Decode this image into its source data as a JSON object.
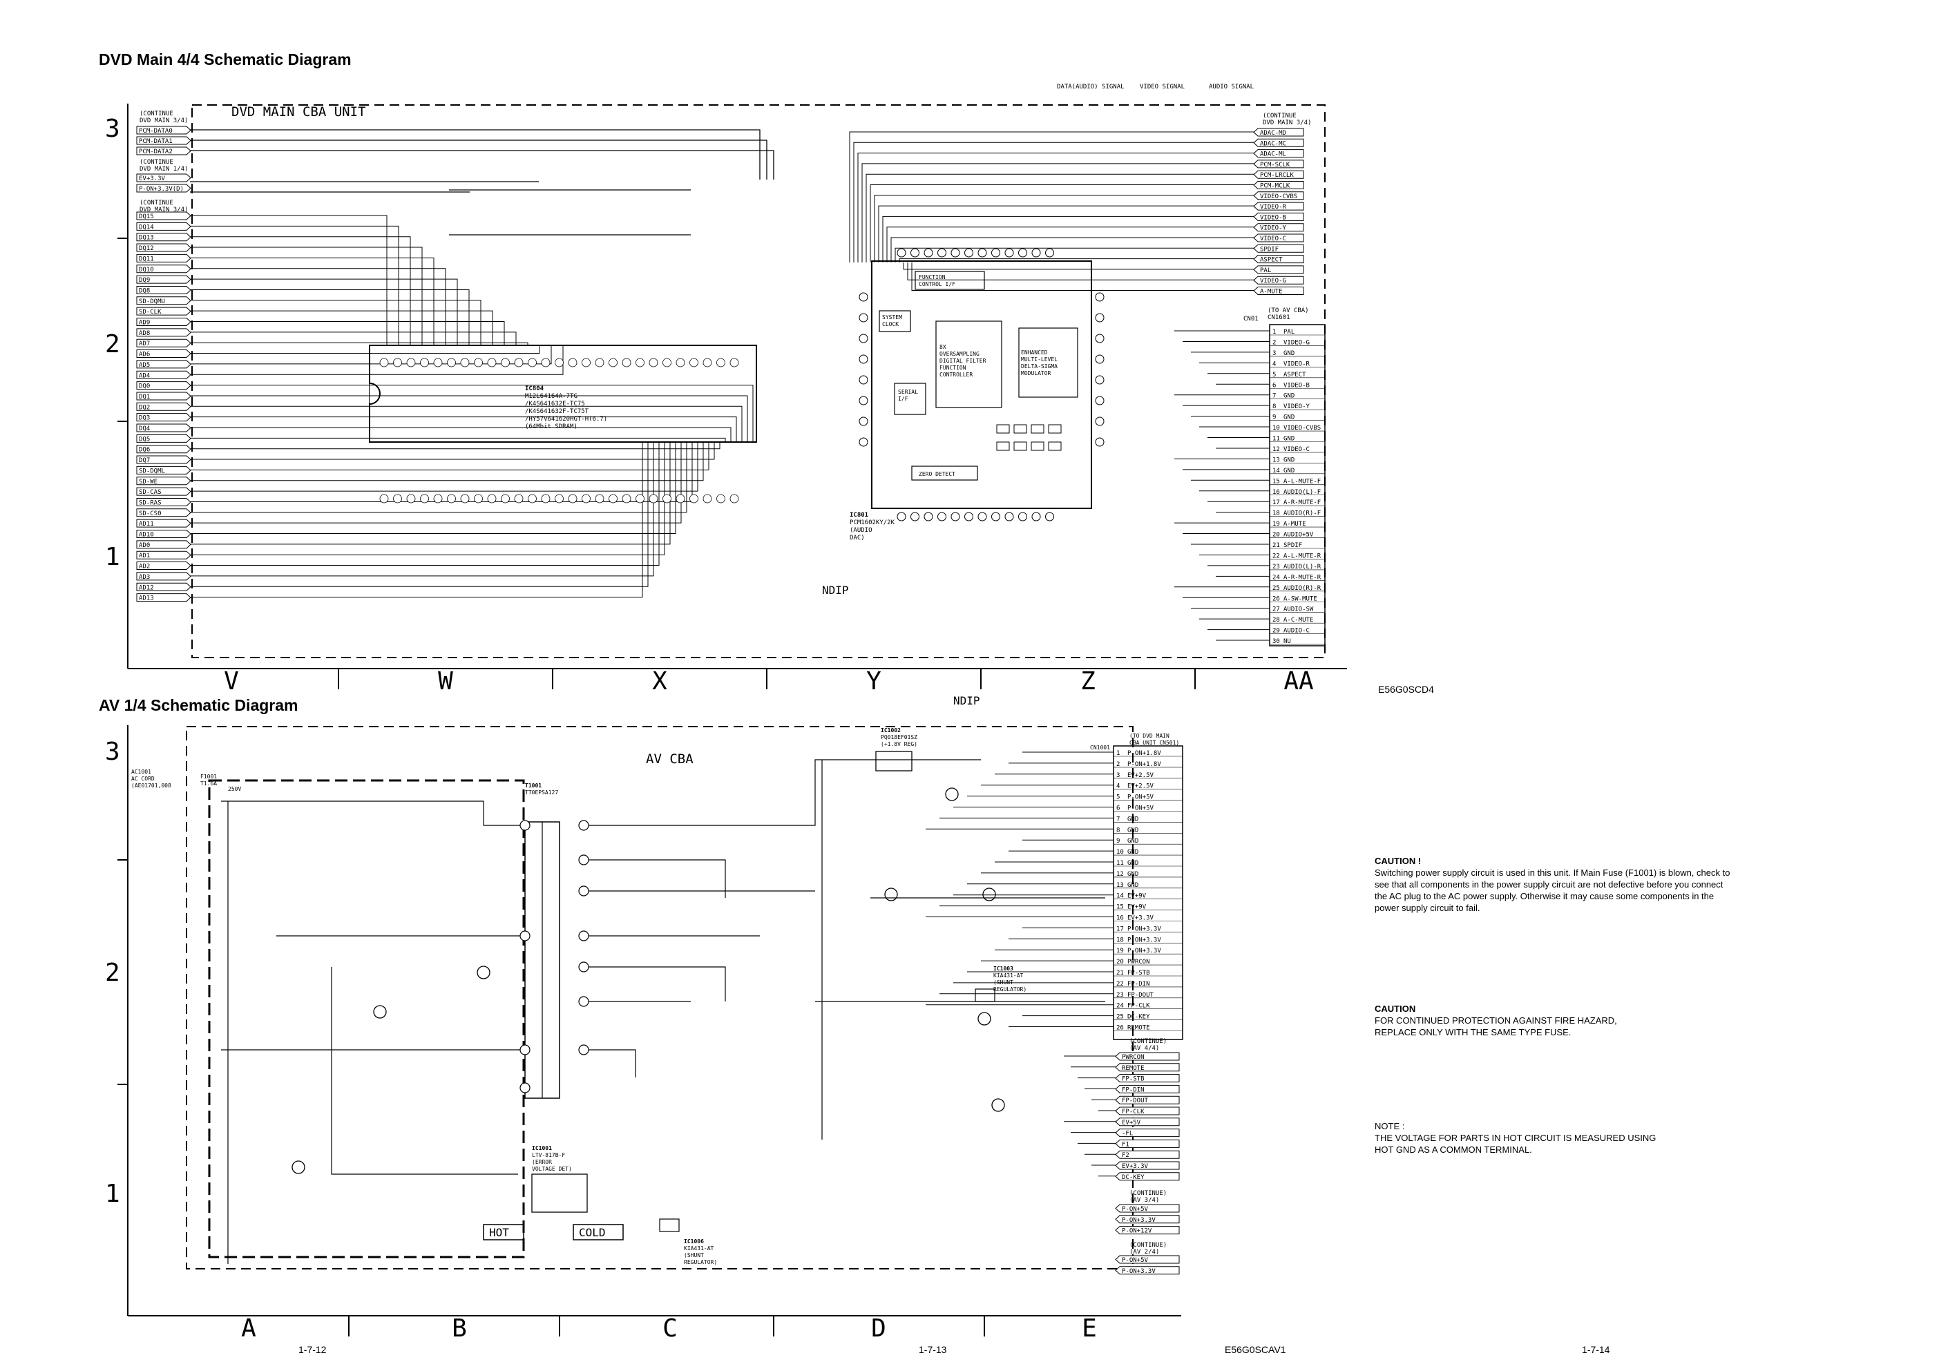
{
  "dvd": {
    "title": "DVD Main 4/4 Schematic Diagram",
    "unit_label": "DVD MAIN CBA UNIT",
    "legend": [
      "DATA(AUDIO) SIGNAL",
      "VIDEO SIGNAL",
      "AUDIO SIGNAL"
    ],
    "rows": [
      "3",
      "2",
      "1"
    ],
    "cols": [
      "V",
      "W",
      "X",
      "Y",
      "Z",
      "AA"
    ],
    "left_group1_header": [
      "(CONTINUE",
      "DVD MAIN 3/4)"
    ],
    "left_group1": [
      "PCM-DATA0",
      "PCM-DATA1",
      "PCM-DATA2"
    ],
    "left_group2_header": [
      "(CONTINUE",
      "DVD MAIN 1/4)"
    ],
    "left_group2": [
      "EV+3.3V",
      "P-ON+3.3V(D)"
    ],
    "left_group3_header": [
      "(CONTINUE",
      "DVD MAIN 3/4)"
    ],
    "left_group3": [
      "DQ15",
      "DQ14",
      "DQ13",
      "DQ12",
      "DQ11",
      "DQ10",
      "DQ9",
      "DQ8",
      "SD-DQMU",
      "SD-CLK",
      "AD9",
      "AD8",
      "AD7",
      "AD6",
      "AD5",
      "AD4",
      "DQ0",
      "DQ1",
      "DQ2",
      "DQ3",
      "DQ4",
      "DQ5",
      "DQ6",
      "DQ7",
      "SD-DQML",
      "SD-WE",
      "SD-CAS",
      "SD-RAS",
      "SD-CS0",
      "AD11",
      "AD10",
      "AD0",
      "AD1",
      "AD2",
      "AD3",
      "AD12",
      "AD13"
    ],
    "right_group1_header": [
      "(CONTINUE",
      "DVD MAIN 3/4)"
    ],
    "right_group1": [
      "ADAC-MD",
      "ADAC-MC",
      "ADAC-ML",
      "PCM-SCLK",
      "PCM-LRCLK",
      "PCM-MCLK",
      "VIDEO-CVBS",
      "VIDEO-R",
      "VIDEO-B",
      "VIDEO-Y",
      "VIDEO-C",
      "SPDIF",
      "ASPECT",
      "PAL",
      "VIDEO-G",
      "A-MUTE"
    ],
    "cn_header": [
      "(TO AV CBA)",
      "CN1601"
    ],
    "cn_ref": "CN01",
    "cn_pins": [
      "PAL",
      "VIDEO-G",
      "GND",
      "VIDEO-R",
      "ASPECT",
      "VIDEO-B",
      "GND",
      "VIDEO-Y",
      "GND",
      "VIDEO-CVBS",
      "GND",
      "VIDEO-C",
      "GND",
      "GND",
      "A-L-MUTE-F",
      "AUDIO(L)-F",
      "A-R-MUTE-F",
      "AUDIO(R)-F",
      "A-MUTE",
      "AUDIO+5V",
      "SPDIF",
      "A-L-MUTE-R",
      "AUDIO(L)-R",
      "A-R-MUTE-R",
      "AUDIO(R)-R",
      "A-SW-MUTE",
      "AUDIO-SW",
      "A-C-MUTE",
      "AUDIO-C",
      "NU"
    ],
    "ic_sdram": [
      "IC804",
      "M12L64164A-7TG",
      "/K4S641632E-TC75",
      "/K4S641632F-TC75T",
      "/HY57V641620HGT-H(6.7)",
      "(64Mbit SDRAM)"
    ],
    "ic_dac": [
      "IC801",
      "PCM1602KY/2K",
      "(AUDIO",
      "DAC)"
    ],
    "dac_blocks": [
      "FUNCTION CONTROL I/F",
      "SYSTEM CLOCK",
      "SERIAL I/F",
      "8X OVERSAMPLING DIGITAL FILTER FUNCTION CONTROLLER",
      "ENHANCED MULTI-LEVEL DELTA-SIGMA MODULATOR",
      "ZERO DETECT"
    ],
    "ndip1": "NDIP",
    "ndip2": "NDIP",
    "code": "E56G0SCD4"
  },
  "av": {
    "title": "AV 1/4 Schematic Diagram",
    "unit_label": "AV CBA",
    "rows": [
      "3",
      "2",
      "1"
    ],
    "cols": [
      "A",
      "B",
      "C",
      "D",
      "E"
    ],
    "hot": "HOT",
    "cold": "COLD",
    "ac_labels": [
      "AC1001",
      "AC CORD",
      "(AE01701,008"
    ],
    "fuse_labels": [
      "F1001",
      "T1.6A",
      "250V"
    ],
    "ic1002": [
      "IC1002",
      "PQ018EF01SZ",
      "(+1.8V REG)"
    ],
    "ic1001": [
      "IC1001",
      "LTV-817B-F",
      "(ERROR",
      "VOLTAGE DET)"
    ],
    "ic1003": [
      "IC1003",
      "KIA431-AT",
      "(SHUNT",
      "REGULATOR)"
    ],
    "ic1006": [
      "IC1006",
      "KIA431-AT",
      "(SHUNT",
      "REGULATOR)"
    ],
    "t1001": [
      "T1001",
      "TT0EPSA127"
    ],
    "cn_header": [
      "(TO DVD MAIN",
      "CBA UNIT CN501)"
    ],
    "cn_ref": "CN1001",
    "cn_pins": [
      "P-ON+1.8V",
      "P-ON+1.8V",
      "EV+2.5V",
      "EV+2.5V",
      "P-ON+5V",
      "P-ON+5V",
      "GND",
      "GND",
      "GND",
      "GND",
      "GND",
      "GND",
      "GND",
      "EV+9V",
      "EV+9V",
      "EV+3.3V",
      "P-ON+3.3V",
      "P-ON+3.3V",
      "P-ON+3.3V",
      "PWRCON",
      "FP-STB",
      "FP-DIN",
      "FP-DOUT",
      "FP-CLK",
      "DC-KEY",
      "REMOTE"
    ],
    "right_group1_header": [
      "(CONTINUE)",
      "(AV 4/4)"
    ],
    "right_group1": [
      "PWRCON",
      "REMOTE",
      "FP-STB",
      "FP-DIN",
      "FP-DOUT",
      "FP-CLK",
      "EV+5V",
      "-FL",
      "F1",
      "F2",
      "EV+3.3V",
      "DC-KEY"
    ],
    "right_group2_header": [
      "(CONTINUE)",
      "(AV 3/4)"
    ],
    "right_group2": [
      "P-ON+5V",
      "P-ON+3.3V",
      "P-ON+12V"
    ],
    "right_group3_header": [
      "(CONTINUE)",
      "(AV 2/4)"
    ],
    "right_group3": [
      "P-ON+5V",
      "P-ON+3.3V"
    ],
    "code": "E56G0SCAV1"
  },
  "notes": {
    "caution1_title": "CAUTION !",
    "caution1_text": "Switching power supply circuit is used in this unit. If Main Fuse (F1001) is blown, check to see that all components in the power supply circuit are not defective before you connect the AC plug to the AC power supply. Otherwise it may cause some components in the power supply circuit to fail.",
    "caution2_title": "CAUTION",
    "caution2_l1": "FOR CONTINUED PROTECTION AGAINST FIRE HAZARD,",
    "caution2_l2": "REPLACE ONLY WITH THE SAME TYPE FUSE.",
    "note_title": "NOTE :",
    "note_l1": "THE VOLTAGE FOR PARTS IN HOT CIRCUIT IS MEASURED USING",
    "note_l2": "HOT GND AS A COMMON TERMINAL."
  },
  "pages": [
    "1-7-12",
    "1-7-13",
    "1-7-14"
  ]
}
